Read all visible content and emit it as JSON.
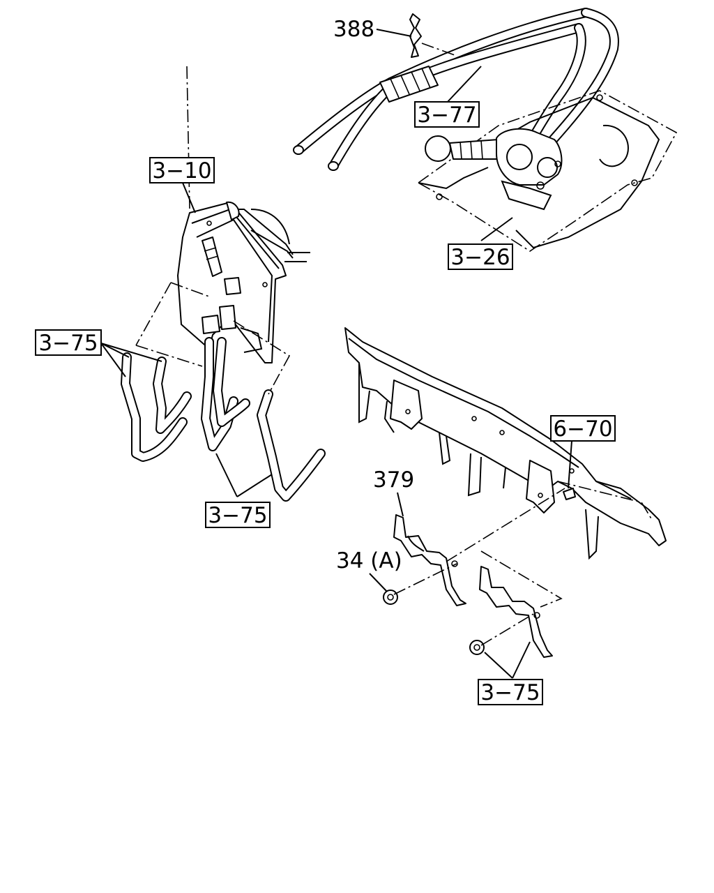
{
  "callouts": {
    "c388": "388",
    "c3_77": "3−77",
    "c3_10": "3−10",
    "c3_26": "3−26",
    "c3_75_left": "3−75",
    "c3_75_mid": "3−75",
    "c6_70": "6−70",
    "c379": "379",
    "c34a": "34 (A)",
    "c3_75_bottom": "3−75"
  }
}
